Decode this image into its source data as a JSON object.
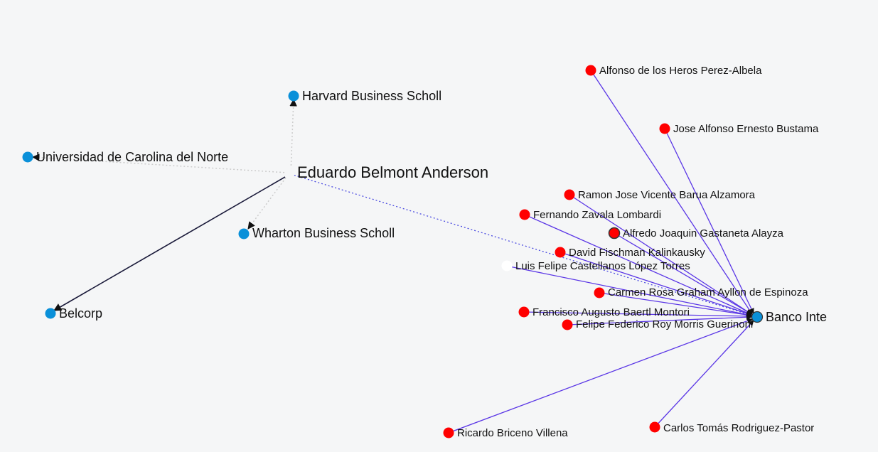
{
  "colors": {
    "background": "#f5f6f7",
    "blue_node": "#0a90d9",
    "red_node": "#ff0000",
    "purple_edge": "#5a36e6",
    "dark_edge": "#1a1a3a",
    "dotted_edge": "#cccccc",
    "dotted_blue_edge": "#4a4ae0"
  },
  "graph": {
    "center": {
      "label": "Eduardo Belmont Anderson"
    },
    "blue_nodes": [
      {
        "key": "harvard",
        "label": "Harvard Business Scholl"
      },
      {
        "key": "carolina",
        "label": "Universidad de Carolina del Norte"
      },
      {
        "key": "wharton",
        "label": "Wharton Business Scholl"
      },
      {
        "key": "belcorp",
        "label": "Belcorp"
      },
      {
        "key": "banco",
        "label": "Banco Inte"
      }
    ],
    "people": [
      {
        "key": "alfonso",
        "label": "Alfonso de los Heros Perez-Albela"
      },
      {
        "key": "jose",
        "label": "Jose Alfonso Ernesto Bustama"
      },
      {
        "key": "ramon",
        "label": "Ramon Jose Vicente Barua Alzamora"
      },
      {
        "key": "fernando",
        "label": "Fernando Zavala Lombardi"
      },
      {
        "key": "alfredo",
        "label": "Alfredo Joaquin Gastaneta Alayza"
      },
      {
        "key": "david",
        "label": "David Fischman Kalinkausky"
      },
      {
        "key": "luis",
        "label": "Luis Felipe Castellanos López Torres"
      },
      {
        "key": "carmen",
        "label": "Carmen Rosa Graham Ayllon de Espinoza"
      },
      {
        "key": "francisco",
        "label": "Francisco Augusto Baertl Montori"
      },
      {
        "key": "felipe",
        "label": "Felipe Federico Roy Morris Guerinoni"
      },
      {
        "key": "ricardo",
        "label": "Ricardo Briceno Villena"
      },
      {
        "key": "carlos",
        "label": "Carlos Tomás Rodriguez-Pastor"
      }
    ]
  }
}
